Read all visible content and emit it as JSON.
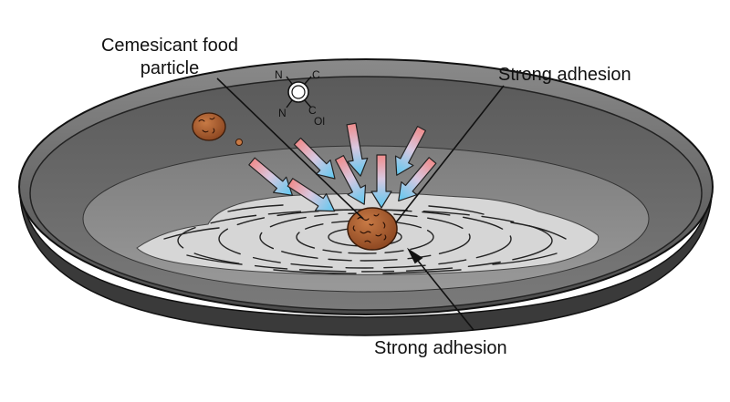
{
  "labels": {
    "particle_line1": "Cemesicant food",
    "particle_line2": "particle",
    "adhesion_top": "Strong adhesion",
    "adhesion_bottom": "Strong adhesion"
  },
  "molecule": {
    "atoms": [
      "N",
      "C",
      "N",
      "C",
      "Ol"
    ]
  },
  "colors": {
    "pan_dark": "#3f3f3f",
    "pan_mid": "#6b6b6b",
    "pan_light": "#8e8e8e",
    "residue": "#d6d6d6",
    "particle": "#a0572a",
    "arrow_top": "#f08c8c",
    "arrow_bottom": "#5cc8f0"
  }
}
